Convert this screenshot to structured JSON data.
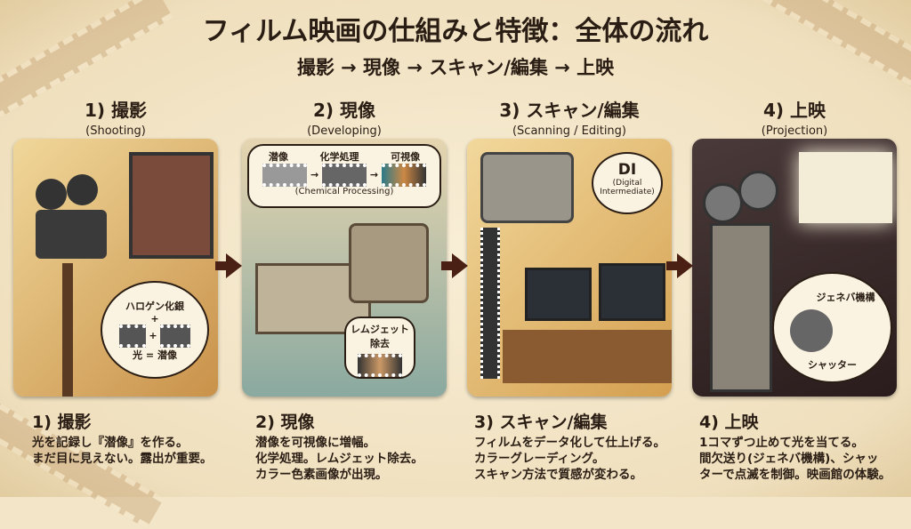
{
  "title": "フィルム映画の仕組みと特徴：全体の流れ",
  "subtitle": "撮影 → 現像 → スキャン/編集 → 上映",
  "steps": [
    {
      "heading": "1) 撮影",
      "english": "(Shooting)",
      "desc_title": "1) 撮影",
      "desc": [
        "光を記録し『潜像』を作る。",
        "まだ目に見えない。露出が重要。"
      ],
      "inset": {
        "line1": "ハロゲン化銀",
        "plus1": "+",
        "plus2": "+",
        "light": "光",
        "eq": "=",
        "latent": "潜像"
      }
    },
    {
      "heading": "2) 現像",
      "english": "(Developing)",
      "desc_title": "2) 現像",
      "desc": [
        "潜像を可視像に増幅。",
        "化学処理。レムジェット除去。",
        "カラー色素画像が出現。"
      ],
      "inset": {
        "a": "潜像",
        "b": "化学処理",
        "c": "可視像",
        "arrow1": "→",
        "arrow2": "→",
        "caption": "(Chemical Processing)",
        "remjet": "レムジェット除去"
      }
    },
    {
      "heading": "3) スキャン/編集",
      "english": "(Scanning / Editing)",
      "desc_title": "3) スキャン/編集",
      "desc": [
        "フィルムをデータ化して仕上げる。",
        "カラーグレーディング。",
        "スキャン方法で質感が変わる。"
      ],
      "inset": {
        "di": "DI",
        "di_full": "(Digital Intermediate)"
      }
    },
    {
      "heading": "4) 上映",
      "english": "(Projection)",
      "desc_title": "4) 上映",
      "desc": [
        "1コマずつ止めて光を当てる。",
        "間欠送り(ジェネバ機構)、シャッ",
        "ターで点滅を制御。映画館の体験。"
      ],
      "inset": {
        "geneva": "ジェネバ機構",
        "shutter": "シャッター"
      }
    }
  ],
  "colors": {
    "arrow": "#4a1f14",
    "text": "#2a1d14"
  }
}
